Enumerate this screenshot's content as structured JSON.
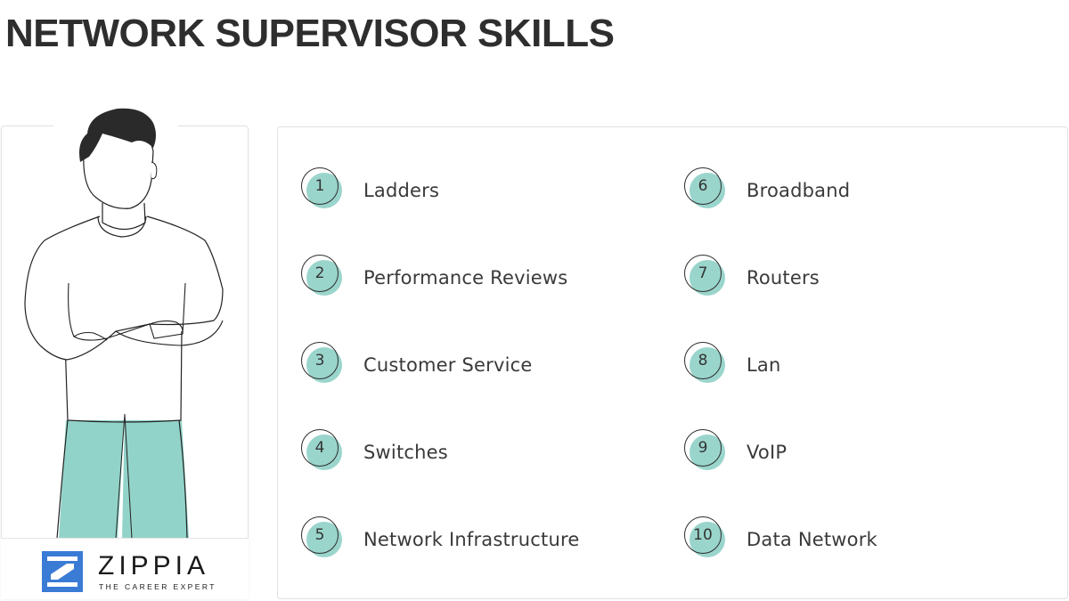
{
  "title": "NETWORK SUPERVISOR SKILLS",
  "brand": {
    "name": "ZIPPIA",
    "tagline": "THE CAREER EXPERT",
    "logo_color": "#3a7bd5"
  },
  "accent_color": "#8fd0c6",
  "illustration": "person-with-crossed-arms",
  "skills": [
    {
      "num": "1",
      "label": "Ladders"
    },
    {
      "num": "2",
      "label": "Performance Reviews"
    },
    {
      "num": "3",
      "label": "Customer Service"
    },
    {
      "num": "4",
      "label": "Switches"
    },
    {
      "num": "5",
      "label": "Network Infrastructure"
    },
    {
      "num": "6",
      "label": "Broadband"
    },
    {
      "num": "7",
      "label": "Routers"
    },
    {
      "num": "8",
      "label": "Lan"
    },
    {
      "num": "9",
      "label": "VoIP"
    },
    {
      "num": "10",
      "label": "Data Network"
    }
  ]
}
